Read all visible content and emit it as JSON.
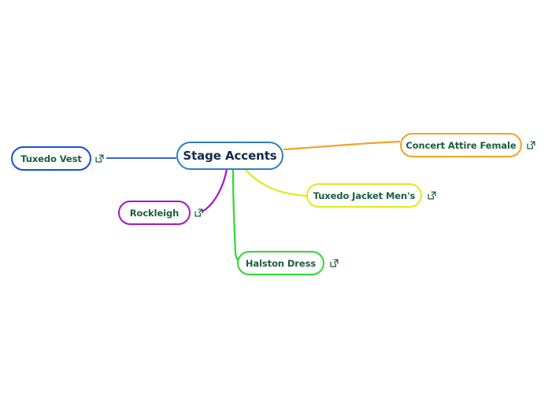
{
  "diagram": {
    "type": "mind-map",
    "background_color": "#ffffff",
    "root": {
      "id": "stage-accents",
      "label": "Stage Accents",
      "border_color": "#2a7fc1",
      "text_color": "#14284f"
    },
    "nodes": [
      {
        "id": "tuxedo-vest",
        "label": "Tuxedo Vest",
        "border_color": "#1452d6",
        "text_color": "#1b5e3f",
        "edge_color": "#1452d6",
        "icon": "external-link-icon"
      },
      {
        "id": "concert-attire-female",
        "label": "Concert Attire Female",
        "border_color": "#f2a226",
        "text_color": "#1b5e3f",
        "edge_color": "#f2a226",
        "icon": "external-link-icon"
      },
      {
        "id": "tuxedo-jacket-mens",
        "label": "Tuxedo Jacket Men's",
        "border_color": "#dcec1a",
        "text_color": "#1b5e3f",
        "edge_color": "#dcec1a",
        "icon": "external-link-icon"
      },
      {
        "id": "rockleigh",
        "label": "Rockleigh",
        "border_color": "#a515d0",
        "text_color": "#1b5e3f",
        "edge_color": "#a515d0",
        "icon": "external-link-icon"
      },
      {
        "id": "halston-dress",
        "label": "Halston Dress",
        "border_color": "#2ddb2d",
        "text_color": "#1b5e3f",
        "edge_color": "#2ddb2d",
        "icon": "external-link-icon"
      }
    ]
  }
}
